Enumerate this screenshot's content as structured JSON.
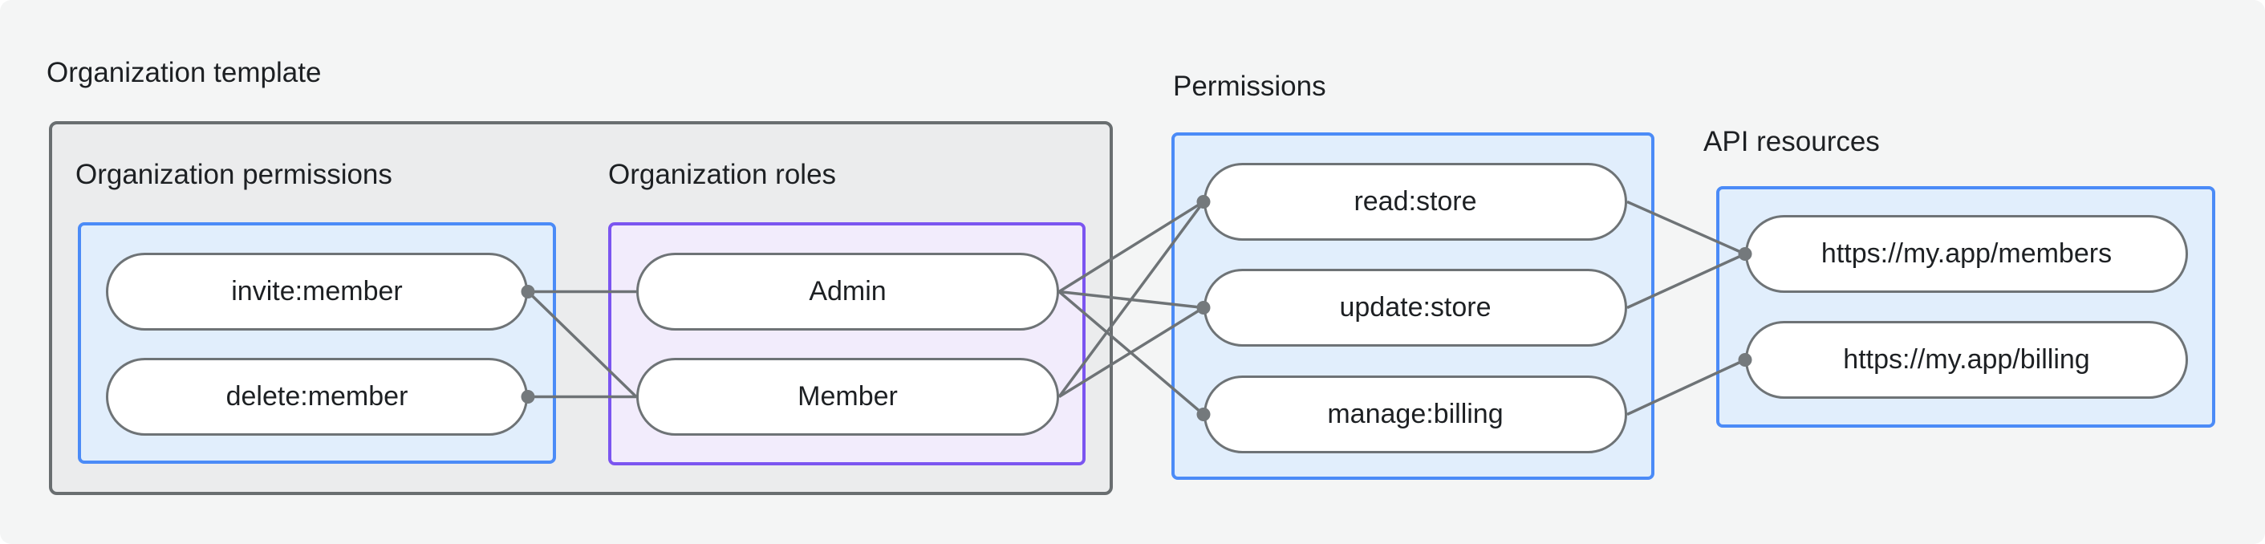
{
  "labels": {
    "org_template": "Organization template",
    "org_permissions": "Organization permissions",
    "org_roles": "Organization roles",
    "permissions": "Permissions",
    "api_resources": "API resources"
  },
  "pills": {
    "invite": "invite:member",
    "delete": "delete:member",
    "admin": "Admin",
    "member": "Member",
    "read": "read:store",
    "update": "update:store",
    "manage": "manage:billing",
    "members_api": "https://my.app/members",
    "billing_api": "https://my.app/billing"
  },
  "colors": {
    "page_bg": "#f4f5f5",
    "gray_box_bg": "#ebeced",
    "gray_box_border": "#696e70",
    "blue_box_bg": "#e1eefc",
    "blue_box_border": "#4b8bf7",
    "purple_box_bg": "#f2ecfc",
    "purple_box_border": "#7b55f0",
    "pill_bg": "#ffffff",
    "pill_border": "#6e7376",
    "edge_line": "#6e7376",
    "connection_dot": "#74797c",
    "text": "#1d2023"
  },
  "diagram": {
    "edges": [
      {
        "from": "invite",
        "to": "admin"
      },
      {
        "from": "invite",
        "to": "member"
      },
      {
        "from": "delete",
        "to": "member"
      },
      {
        "from": "admin",
        "to": "read"
      },
      {
        "from": "admin",
        "to": "update"
      },
      {
        "from": "admin",
        "to": "manage"
      },
      {
        "from": "member",
        "to": "read"
      },
      {
        "from": "member",
        "to": "update"
      },
      {
        "from": "read",
        "to": "members_api"
      },
      {
        "from": "update",
        "to": "members_api"
      },
      {
        "from": "manage",
        "to": "billing_api"
      }
    ],
    "dots": [
      {
        "node": "invite",
        "side": "right"
      },
      {
        "node": "delete",
        "side": "right"
      },
      {
        "node": "read",
        "side": "left"
      },
      {
        "node": "update",
        "side": "left"
      },
      {
        "node": "manage",
        "side": "left"
      },
      {
        "node": "members_api",
        "side": "left"
      },
      {
        "node": "billing_api",
        "side": "left"
      }
    ]
  }
}
